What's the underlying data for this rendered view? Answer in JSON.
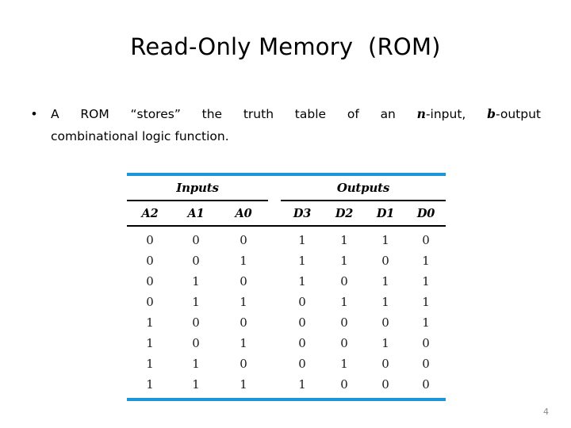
{
  "slide": {
    "title": "Read-Only Memory  (ROM)",
    "page_number": "4",
    "accent_color": "#1d96d9",
    "text_color": "#000000",
    "background": "#ffffff"
  },
  "body": {
    "bullet_marker": "•",
    "bullet_line1_a": "A  ROM  “stores”  the  truth  table  of  an  ",
    "bullet_var_n": "n",
    "bullet_line1_b": "-input,  ",
    "bullet_var_b": "b",
    "bullet_line1_c": "-output",
    "bullet_line2": "combinational logic function."
  },
  "table": {
    "group_headers": [
      "Inputs",
      "Outputs"
    ],
    "columns": [
      "A2",
      "A1",
      "A0",
      "D3",
      "D2",
      "D1",
      "D0"
    ],
    "rows": [
      [
        "0",
        "0",
        "0",
        "1",
        "1",
        "1",
        "0"
      ],
      [
        "0",
        "0",
        "1",
        "1",
        "1",
        "0",
        "1"
      ],
      [
        "0",
        "1",
        "0",
        "1",
        "0",
        "1",
        "1"
      ],
      [
        "0",
        "1",
        "1",
        "0",
        "1",
        "1",
        "1"
      ],
      [
        "1",
        "0",
        "0",
        "0",
        "0",
        "0",
        "1"
      ],
      [
        "1",
        "0",
        "1",
        "0",
        "0",
        "1",
        "0"
      ],
      [
        "1",
        "1",
        "0",
        "0",
        "1",
        "0",
        "0"
      ],
      [
        "1",
        "1",
        "1",
        "1",
        "0",
        "0",
        "0"
      ]
    ]
  },
  "chart_data": {
    "type": "table",
    "title": "ROM truth table (3-input, 4-output)",
    "column_groups": [
      {
        "label": "Inputs",
        "columns": [
          "A2",
          "A1",
          "A0"
        ]
      },
      {
        "label": "Outputs",
        "columns": [
          "D3",
          "D2",
          "D1",
          "D0"
        ]
      }
    ],
    "categories": [
      "A2",
      "A1",
      "A0",
      "D3",
      "D2",
      "D1",
      "D0"
    ],
    "values": [
      [
        0,
        0,
        0,
        1,
        1,
        1,
        0
      ],
      [
        0,
        0,
        1,
        1,
        1,
        0,
        1
      ],
      [
        0,
        1,
        0,
        1,
        0,
        1,
        1
      ],
      [
        0,
        1,
        1,
        0,
        1,
        1,
        1
      ],
      [
        1,
        0,
        0,
        0,
        0,
        0,
        1
      ],
      [
        1,
        0,
        1,
        0,
        0,
        1,
        0
      ],
      [
        1,
        1,
        0,
        0,
        1,
        0,
        0
      ],
      [
        1,
        1,
        1,
        1,
        0,
        0,
        0
      ]
    ],
    "xlabel": "",
    "ylabel": "",
    "grid": false,
    "legend": "none"
  }
}
